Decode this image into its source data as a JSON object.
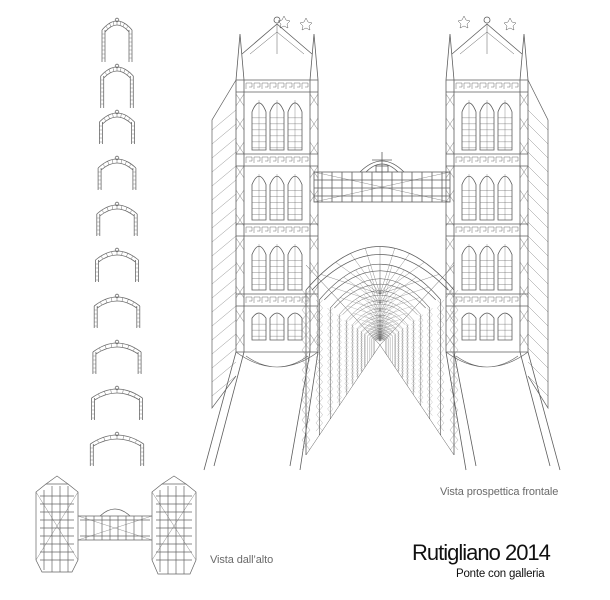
{
  "captions": {
    "front_view": "Vista prospettica frontale",
    "top_view": "Vista dall’alto"
  },
  "title": {
    "main": "Rutigliano 2014",
    "subtitle": "Ponte con galleria"
  },
  "colors": {
    "line": "#6b6b6b",
    "line_dark": "#4a4a4a",
    "fill_light": "#d9d9d9",
    "background": "#ffffff"
  },
  "drawing": {
    "arch_sequence_count": 10
  }
}
